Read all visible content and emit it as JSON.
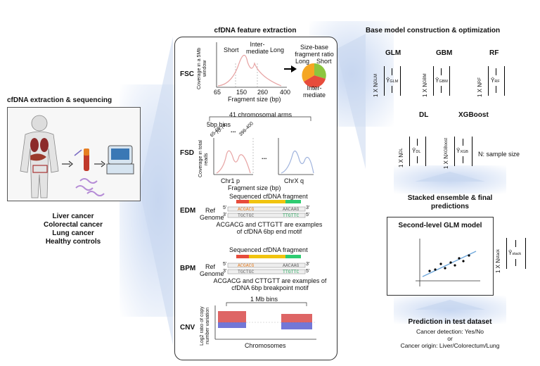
{
  "left": {
    "title": "cfDNA extraction & sequencing",
    "cancers": [
      "Liver cancer",
      "Colorectal cancer",
      "Lung cancer",
      "Healthy controls"
    ]
  },
  "middle": {
    "title": "cfDNA feature extraction",
    "fsc": {
      "label": "FSC",
      "ylabel": "Coverage in a 5Mb window",
      "xlabel": "Fragment size (bp)",
      "ticks": [
        "65",
        "150",
        "260",
        "400"
      ],
      "regions": [
        "Short",
        "Inter-mediate",
        "Long"
      ],
      "ratio_title": "Size-base fragment ratio",
      "pie_labels": [
        "Long",
        "Short",
        "Inter-mediate"
      ]
    },
    "fsd": {
      "label": "FSD",
      "arms": "41 chromosomal arms",
      "bins": "5bp bins",
      "bin_ticks": [
        "65-69",
        "70-74",
        "...",
        "396-400"
      ],
      "ylabel": "Coverage in total reads",
      "chr1": "Chr1 p",
      "chrx": "ChrX q",
      "dots": "...",
      "xlabel": "Fragment size (bp)"
    },
    "edm": {
      "label": "EDM",
      "seq_title": "Sequenced cfDNA fragment",
      "ref": "Ref Genome",
      "top_left": "ACGACG",
      "top_right": "AACAAG",
      "bottom_left": "TGCTGC",
      "bottom_right": "TTGTTC",
      "p5": "5'",
      "p3": "3'",
      "caption": "ACGACG and CTTGTT are examples of cfDNA 6bp end motif"
    },
    "bpm": {
      "label": "BPM",
      "seq_title": "Sequenced cfDNA fragment",
      "ref": "Ref Genome",
      "top_left": "ACGACG",
      "top_right": "AACAAG",
      "bottom_left": "TGCTGC",
      "bottom_right": "TTGTTC",
      "caption": "ACGACG and CTTGTT are examples of cfDNA 6bp breakpoint motif"
    },
    "cnv": {
      "label": "CNV",
      "bins": "1 Mb bins",
      "ylabel": "Log2 ratio of copy number variation",
      "xlabel": "Chromosomes"
    }
  },
  "right": {
    "title": "Base model construction & optimization",
    "models": [
      {
        "name": "GLM",
        "dim": "1 X N",
        "sub": "GLM",
        "yhat": "Ŷ",
        "ysub": "GLM"
      },
      {
        "name": "GBM",
        "dim": "1 X N",
        "sub": "GBM",
        "yhat": "Ŷ",
        "ysub": "GBM"
      },
      {
        "name": "RF",
        "dim": "1 X N",
        "sub": "RF",
        "yhat": "Ŷ",
        "ysub": "RF"
      },
      {
        "name": "DL",
        "dim": "1 X N",
        "sub": "DL",
        "yhat": "Ŷ",
        "ysub": "DL"
      },
      {
        "name": "XGBoost",
        "dim": "1 X N",
        "sub": "XGBoost",
        "yhat": "Ŷ",
        "ysub": "XGB"
      }
    ],
    "sample_size": "N: sample size",
    "stack_title": "Stacked ensemble & final predictions",
    "second_level": "Second-level GLM model",
    "stack_dim": "1 X N",
    "stack_sub": "stack",
    "stack_yhat": "Ŷ",
    "stack_ysub": "stack",
    "pred_title": "Prediction in test dataset",
    "pred_line1": "Cancer detection: Yes/No",
    "pred_or": "or",
    "pred_line2": "Cancer origin: Liver/Colorectum/Lung"
  }
}
